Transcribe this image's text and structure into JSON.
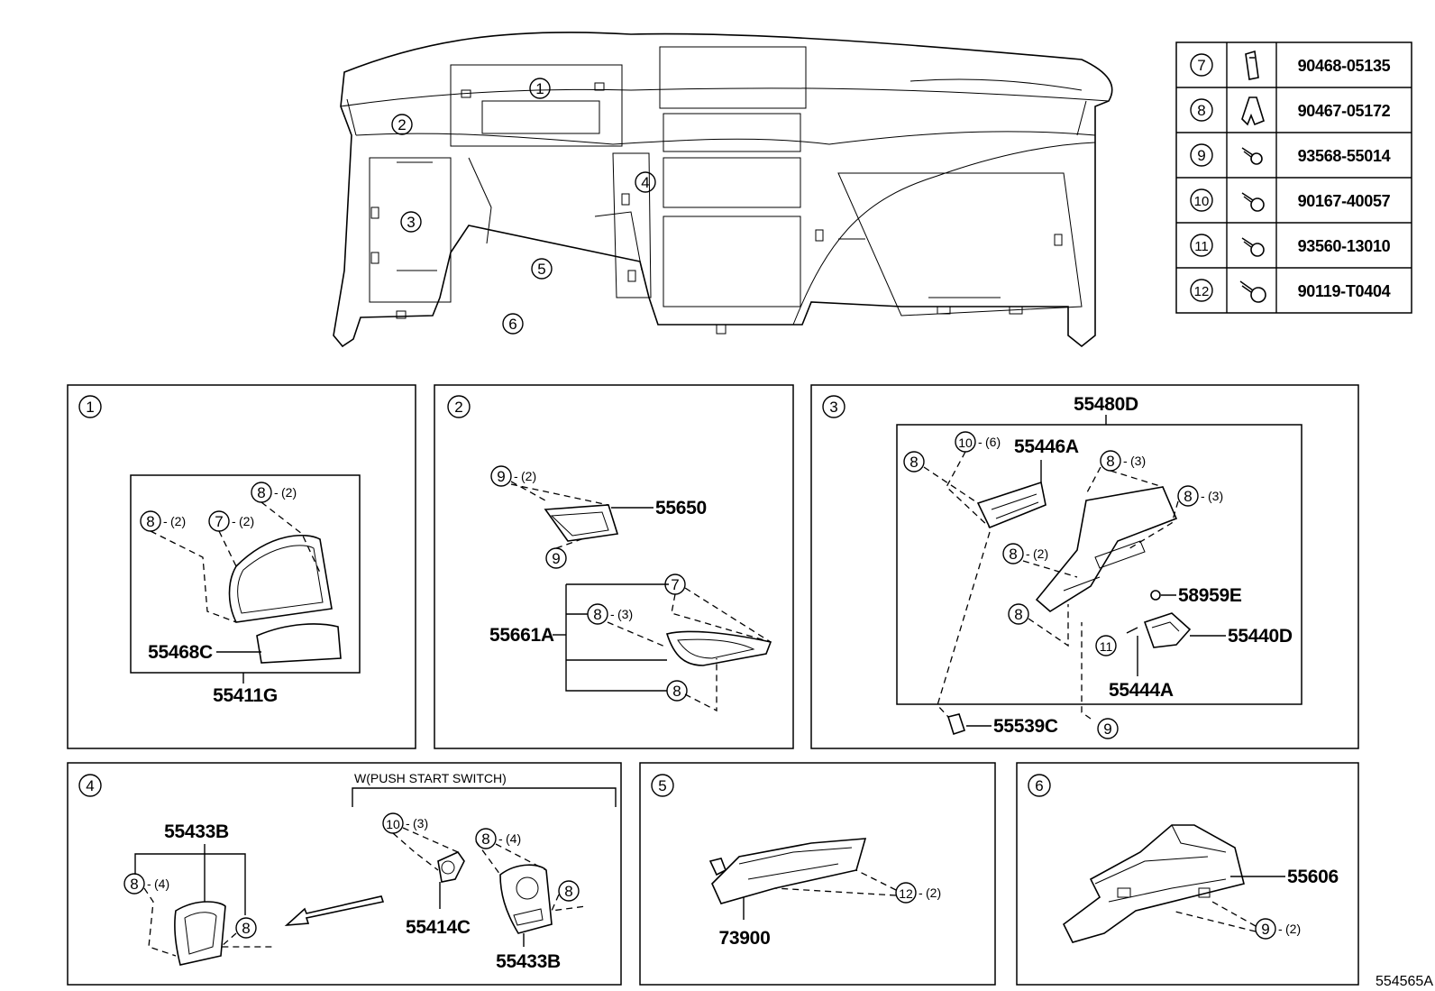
{
  "diagram_id": "554565A",
  "fastener_table": [
    {
      "num": "7",
      "icon": "clip-icon",
      "part": "90468-05135"
    },
    {
      "num": "8",
      "icon": "clip-icon",
      "part": "90467-05172"
    },
    {
      "num": "9",
      "icon": "screw-icon",
      "part": "93568-55014"
    },
    {
      "num": "10",
      "icon": "screw-icon",
      "part": "90167-40057"
    },
    {
      "num": "11",
      "icon": "screw-icon",
      "part": "93560-13010"
    },
    {
      "num": "12",
      "icon": "screw-icon",
      "part": "90119-T0404"
    }
  ],
  "overview_callouts": [
    "1",
    "2",
    "3",
    "4",
    "5",
    "6"
  ],
  "panels": {
    "p1": {
      "num": "1",
      "parts": {
        "a": "55468C",
        "b": "55411G"
      },
      "qty": {
        "q8a": "(2)",
        "q8b": "(2)",
        "q7": "(2)"
      }
    },
    "p2": {
      "num": "2",
      "parts": {
        "a": "55650",
        "b": "55661A"
      },
      "qty": {
        "q9": "(2)",
        "q8": "(3)"
      }
    },
    "p3": {
      "num": "3",
      "parts": {
        "a": "55480D",
        "b": "55446A",
        "c": "58959E",
        "d": "55440D",
        "e": "55444A",
        "f": "55539C"
      },
      "qty": {
        "q10": "(6)",
        "q8a": "(3)",
        "q8b": "(3)",
        "q8c": "(2)"
      }
    },
    "p4": {
      "num": "4",
      "note": "W(PUSH START SWITCH)",
      "parts": {
        "a": "55433B",
        "b": "55414C",
        "c": "55433B"
      },
      "qty": {
        "q8a": "(4)",
        "q10": "(3)",
        "q8b": "(4)"
      }
    },
    "p5": {
      "num": "5",
      "parts": {
        "a": "73900"
      },
      "qty": {
        "q12": "(2)"
      }
    },
    "p6": {
      "num": "6",
      "parts": {
        "a": "55606"
      },
      "qty": {
        "q9": "(2)"
      }
    }
  }
}
